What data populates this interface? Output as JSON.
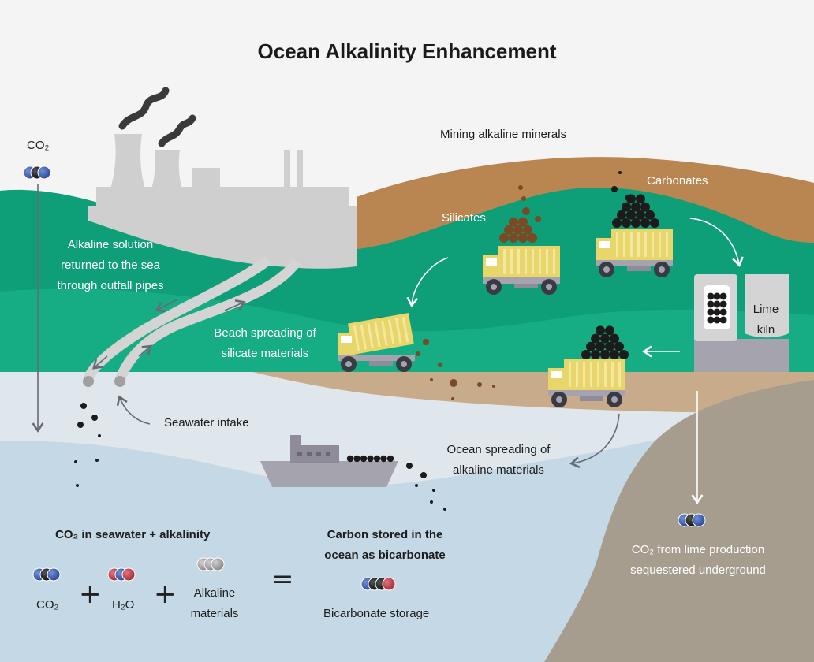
{
  "title": "Ocean Alkalinity Enhancement",
  "labels": {
    "co2": "CO₂",
    "mining": "Mining alkaline minerals",
    "carbonates": "Carbonates",
    "silicates": "Silicates",
    "alkaline_solution": [
      "Alkaline solution",
      "returned to the sea",
      "through outfall pipes"
    ],
    "beach_spreading": [
      "Beach spreading of",
      "silicate materials"
    ],
    "lime_kiln": [
      "Lime",
      "kiln"
    ],
    "seawater_intake": "Seawater intake",
    "ocean_spreading": [
      "Ocean spreading of",
      "alkaline materials"
    ],
    "co2_lime": [
      "CO₂ from lime production",
      "sequestered underground"
    ]
  },
  "legend": {
    "equation_title": "CO₂ in seawater + alkalinity",
    "co2": "CO₂",
    "h2o": "H₂O",
    "alkaline": [
      "Alkaline",
      "materials"
    ],
    "plus": "+",
    "equals": "=",
    "result_title": [
      "Carbon stored in the",
      "ocean as bicarbonate"
    ],
    "bicarbonate": "Bicarbonate storage"
  },
  "colors": {
    "background": "#f4f4f4",
    "green_dark": "#0e9f78",
    "green_light": "#17ad84",
    "brown_hill": "#b98651",
    "sand": "#c8ab8b",
    "sea_light": "#dfe6ec",
    "sea_deep": "#c5d8e6",
    "bedrock": "#a69d8f",
    "factory": "#cfcfcf",
    "truck": "#e8d66a",
    "ship": "#a5a3ae",
    "kiln": "#d4d4d4",
    "molecule_blue": "#3b5eb3",
    "molecule_red": "#c24148"
  }
}
